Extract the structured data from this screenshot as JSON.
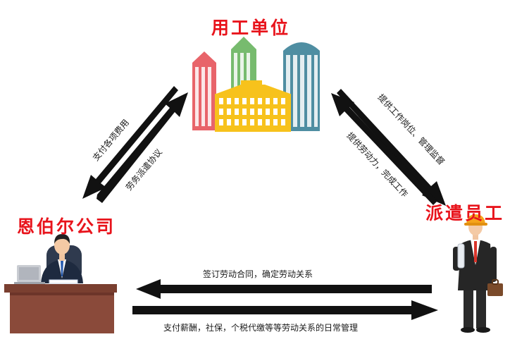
{
  "nodes": {
    "employer": "用工单位",
    "company": "恩伯尔公司",
    "employee": "派遣员工"
  },
  "edges": {
    "pay_fees": "支付各项费用",
    "dispatch_agreement": "劳务派遣协议",
    "provide_position": "提供工作岗位、管理监督",
    "provide_labor": "提供劳动力，完成工作",
    "sign_contract": "签订劳动合同，确定劳动关系",
    "pay_salary": "支付薪酬，社保，个税代缴等等劳动关系的日常管理"
  },
  "colors": {
    "label_red": "#e8141c",
    "arrow": "#111111",
    "building_pink": "#e8646a",
    "building_green": "#77bb6e",
    "building_teal": "#4f8ea2",
    "building_yellow": "#f7c21c",
    "desk_brown": "#8a4a3a",
    "helmet_orange": "#f5a41b"
  }
}
